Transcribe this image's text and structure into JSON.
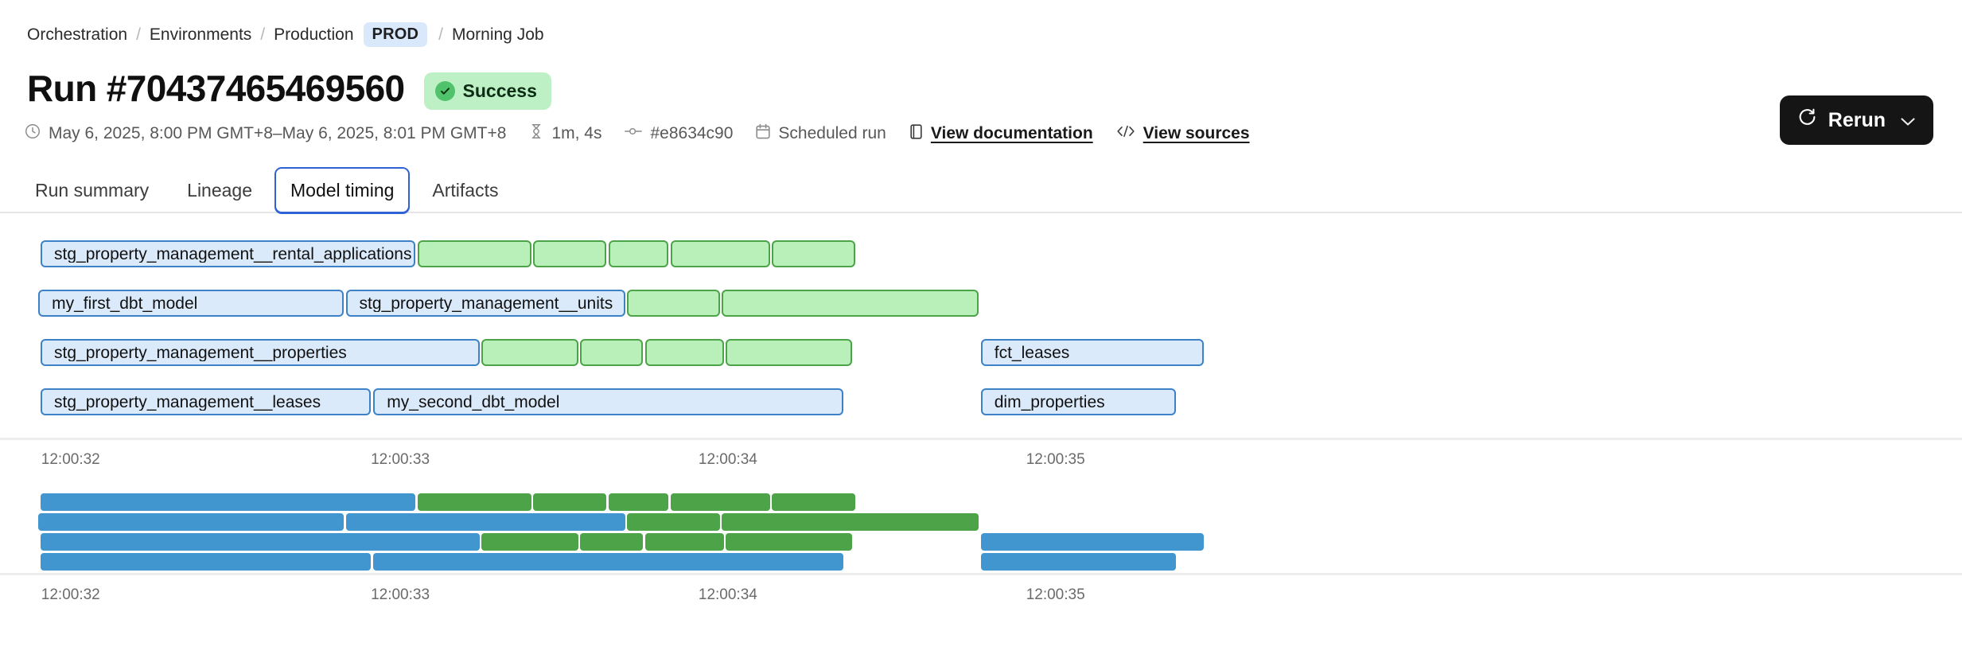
{
  "breadcrumb": {
    "items": [
      {
        "label": "Orchestration",
        "type": "link"
      },
      {
        "label": "Environments",
        "type": "link"
      },
      {
        "label": "Production",
        "type": "link"
      },
      {
        "label": "PROD",
        "type": "badge"
      },
      {
        "label": "Morning Job",
        "type": "link"
      }
    ],
    "separator": "/"
  },
  "header": {
    "title": "Run #70437465469560",
    "status": "Success",
    "status_color": "#bdf0c4",
    "meta": [
      {
        "icon": "clock-icon",
        "text": "May 6, 2025, 8:00 PM GMT+8–May 6, 2025, 8:01 PM GMT+8",
        "link": false
      },
      {
        "icon": "hourglass-icon",
        "text": "1m, 4s",
        "link": false
      },
      {
        "icon": "commit-icon",
        "text": "#e8634c90",
        "link": false
      },
      {
        "icon": "calendar-icon",
        "text": "Scheduled run",
        "link": false
      },
      {
        "icon": "book-icon",
        "text": "View documentation",
        "link": true
      },
      {
        "icon": "code-icon",
        "text": "View sources",
        "link": true
      }
    ],
    "rerun_label": "Rerun"
  },
  "tabs": [
    {
      "label": "Run summary",
      "active": false
    },
    {
      "label": "Lineage",
      "active": false
    },
    {
      "label": "Model timing",
      "active": true
    },
    {
      "label": "Artifacts",
      "active": false
    }
  ],
  "chart_data": {
    "type": "gantt",
    "title": "Model timing",
    "xlabel": "",
    "ylabel": "",
    "axis_ticks": [
      "12:00:32",
      "12:00:33",
      "12:00:34",
      "12:00:35"
    ],
    "axis_tick_positions_pct": [
      2.1,
      18.9,
      35.6,
      52.3
    ],
    "colors": {
      "blue_fill": "#dbeafb",
      "blue_border": "#3d82c6",
      "green_fill": "#b9f0b9",
      "green_border": "#4ca348",
      "blue_solid": "#4196cf",
      "green_solid": "#4ca348"
    },
    "detail_rows": [
      {
        "segments": [
          {
            "label": "stg_property_management__rental_applications",
            "color": "blue",
            "start_pct": 2.07,
            "width_pct": 19.1
          },
          {
            "label": "",
            "color": "green",
            "start_pct": 21.3,
            "width_pct": 5.8
          },
          {
            "label": "",
            "color": "green",
            "start_pct": 27.17,
            "width_pct": 3.73
          },
          {
            "label": "",
            "color": "green",
            "start_pct": 31.04,
            "width_pct": 3.04
          },
          {
            "label": "",
            "color": "green",
            "start_pct": 34.2,
            "width_pct": 5.07
          },
          {
            "label": "",
            "color": "green",
            "start_pct": 39.34,
            "width_pct": 4.26
          }
        ]
      },
      {
        "segments": [
          {
            "label": "my_first_dbt_model",
            "color": "blue",
            "start_pct": 1.95,
            "width_pct": 15.58
          },
          {
            "label": "stg_property_management__units",
            "color": "blue",
            "start_pct": 17.62,
            "width_pct": 14.24
          },
          {
            "label": "",
            "color": "green",
            "start_pct": 31.94,
            "width_pct": 4.74
          },
          {
            "label": "",
            "color": "green",
            "start_pct": 36.76,
            "width_pct": 13.1
          }
        ]
      },
      {
        "segments": [
          {
            "label": "stg_property_management__properties",
            "color": "blue",
            "start_pct": 2.07,
            "width_pct": 22.39
          },
          {
            "label": "",
            "color": "green",
            "start_pct": 24.55,
            "width_pct": 4.94
          },
          {
            "label": "",
            "color": "green",
            "start_pct": 29.57,
            "width_pct": 3.21
          },
          {
            "label": "",
            "color": "green",
            "start_pct": 32.87,
            "width_pct": 4.05
          },
          {
            "label": "",
            "color": "green",
            "start_pct": 37.0,
            "width_pct": 6.45
          },
          {
            "label": "fct_leases",
            "color": "blue",
            "start_pct": 49.99,
            "width_pct": 11.36
          }
        ]
      },
      {
        "segments": [
          {
            "label": "stg_property_management__leases",
            "color": "blue",
            "start_pct": 2.07,
            "width_pct": 16.84
          },
          {
            "label": "my_second_dbt_model",
            "color": "blue",
            "start_pct": 19.03,
            "width_pct": 23.97
          },
          {
            "label": "dim_properties",
            "color": "blue",
            "start_pct": 49.99,
            "width_pct": 9.93
          }
        ]
      }
    ],
    "overview_rows": [
      {
        "segments": [
          {
            "color": "blue",
            "start_pct": 2.07,
            "width_pct": 19.1
          },
          {
            "color": "green",
            "start_pct": 21.3,
            "width_pct": 5.8
          },
          {
            "color": "green",
            "start_pct": 27.17,
            "width_pct": 3.73
          },
          {
            "color": "green",
            "start_pct": 31.04,
            "width_pct": 3.04
          },
          {
            "color": "green",
            "start_pct": 34.2,
            "width_pct": 5.07
          },
          {
            "color": "green",
            "start_pct": 39.34,
            "width_pct": 4.26
          }
        ]
      },
      {
        "segments": [
          {
            "color": "blue",
            "start_pct": 1.95,
            "width_pct": 15.58
          },
          {
            "color": "blue",
            "start_pct": 17.62,
            "width_pct": 14.24
          },
          {
            "color": "green",
            "start_pct": 31.94,
            "width_pct": 4.74
          },
          {
            "color": "green",
            "start_pct": 36.76,
            "width_pct": 13.1
          }
        ]
      },
      {
        "segments": [
          {
            "color": "blue",
            "start_pct": 2.07,
            "width_pct": 22.39
          },
          {
            "color": "green",
            "start_pct": 24.55,
            "width_pct": 4.94
          },
          {
            "color": "green",
            "start_pct": 29.57,
            "width_pct": 3.21
          },
          {
            "color": "green",
            "start_pct": 32.87,
            "width_pct": 4.05
          },
          {
            "color": "green",
            "start_pct": 37.0,
            "width_pct": 6.45
          },
          {
            "color": "blue",
            "start_pct": 49.99,
            "width_pct": 11.36
          }
        ]
      },
      {
        "segments": [
          {
            "color": "blue",
            "start_pct": 2.07,
            "width_pct": 16.84
          },
          {
            "color": "blue",
            "start_pct": 19.03,
            "width_pct": 23.97
          },
          {
            "color": "blue",
            "start_pct": 49.99,
            "width_pct": 9.93
          }
        ]
      }
    ],
    "overview_axis_ticks": [
      "12:00:32",
      "12:00:33",
      "12:00:34",
      "12:00:35"
    ],
    "overview_axis_tick_positions_pct": [
      2.1,
      18.9,
      35.6,
      52.3
    ]
  }
}
